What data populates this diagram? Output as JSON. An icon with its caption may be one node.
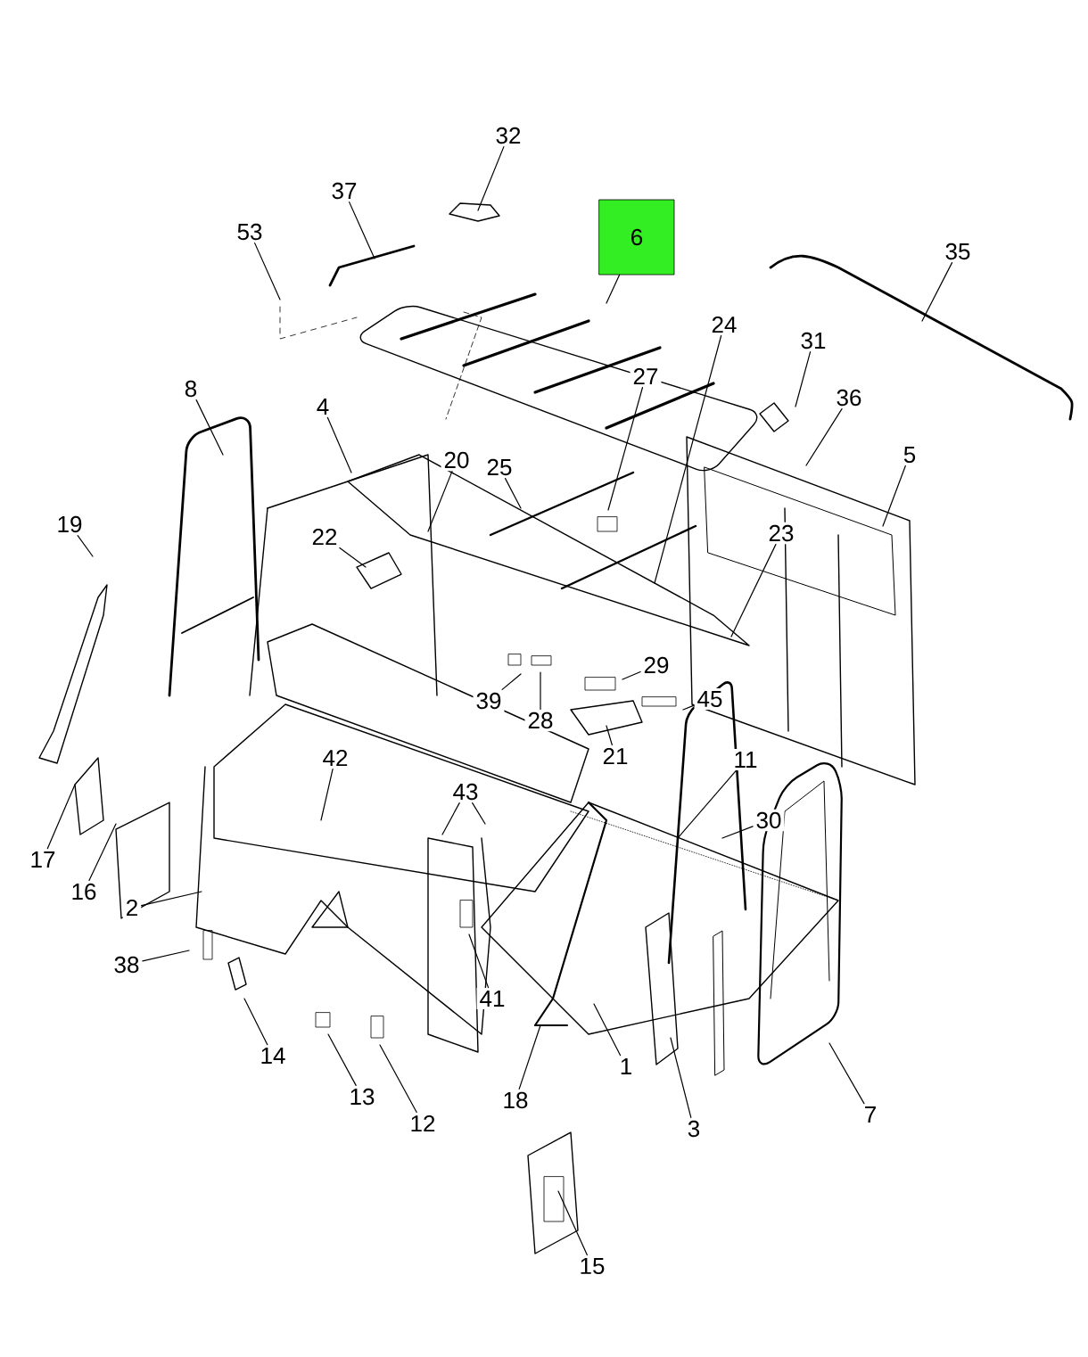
{
  "diagram": {
    "nodes": [
      {
        "text": [
          "32"
        ]
      },
      {
        "text": [
          "37"
        ]
      },
      {
        "text": [
          "53"
        ]
      },
      {
        "text": [
          "6"
        ]
      },
      {
        "text": [
          "35"
        ]
      },
      {
        "text": [
          "24"
        ]
      },
      {
        "text": [
          "31"
        ]
      },
      {
        "text": [
          "27"
        ]
      },
      {
        "text": [
          "36"
        ]
      },
      {
        "text": [
          "8"
        ]
      },
      {
        "text": [
          "4"
        ]
      },
      {
        "text": [
          "20"
        ]
      },
      {
        "text": [
          "25"
        ]
      },
      {
        "text": [
          "5"
        ]
      },
      {
        "text": [
          "19"
        ]
      },
      {
        "text": [
          "22"
        ]
      },
      {
        "text": [
          "23"
        ]
      },
      {
        "text": [
          "29"
        ]
      },
      {
        "text": [
          "39"
        ]
      },
      {
        "text": [
          "28"
        ]
      },
      {
        "text": [
          "45"
        ]
      },
      {
        "text": [
          "21"
        ]
      },
      {
        "text": [
          "11"
        ]
      },
      {
        "text": [
          "42"
        ]
      },
      {
        "text": [
          "43"
        ]
      },
      {
        "text": [
          "30"
        ]
      },
      {
        "text": [
          "2"
        ]
      },
      {
        "text": [
          "17"
        ]
      },
      {
        "text": [
          "16"
        ]
      },
      {
        "text": [
          "38"
        ]
      },
      {
        "text": [
          "14"
        ]
      },
      {
        "text": [
          "41"
        ]
      },
      {
        "text": [
          "13"
        ]
      },
      {
        "text": [
          "12"
        ]
      },
      {
        "text": [
          "18"
        ]
      },
      {
        "text": [
          "1"
        ]
      },
      {
        "text": [
          "3"
        ]
      },
      {
        "text": [
          "7"
        ]
      },
      {
        "text": [
          "15"
        ]
      }
    ],
    "edges": [
      {
        "from": 0,
        "to": null,
        "arrow": "none"
      },
      {
        "from": 1,
        "to": null,
        "arrow": "none"
      },
      {
        "from": 2,
        "to": null,
        "arrow": "none"
      },
      {
        "from": 3,
        "to": null,
        "arrow": "none"
      },
      {
        "from": 4,
        "to": null,
        "arrow": "none"
      },
      {
        "from": 5,
        "to": null,
        "arrow": "none"
      },
      {
        "from": 6,
        "to": null,
        "arrow": "none"
      },
      {
        "from": 7,
        "to": null,
        "arrow": "none"
      },
      {
        "from": 8,
        "to": null,
        "arrow": "none"
      },
      {
        "from": 9,
        "to": null,
        "arrow": "none"
      },
      {
        "from": 10,
        "to": null,
        "arrow": "none"
      },
      {
        "from": 11,
        "to": null,
        "arrow": "none"
      },
      {
        "from": 12,
        "to": null,
        "arrow": "none"
      },
      {
        "from": 13,
        "to": null,
        "arrow": "none"
      },
      {
        "from": 14,
        "to": null,
        "arrow": "none"
      },
      {
        "from": 15,
        "to": null,
        "arrow": "none"
      },
      {
        "from": 16,
        "to": null,
        "arrow": "none"
      },
      {
        "from": 17,
        "to": null,
        "arrow": "none"
      },
      {
        "from": 18,
        "to": null,
        "arrow": "none"
      },
      {
        "from": 19,
        "to": null,
        "arrow": "none"
      },
      {
        "from": 20,
        "to": null,
        "arrow": "none"
      },
      {
        "from": 21,
        "to": null,
        "arrow": "none"
      },
      {
        "from": 22,
        "to": null,
        "arrow": "none"
      },
      {
        "from": 23,
        "to": null,
        "arrow": "none"
      },
      {
        "from": 24,
        "to": null,
        "arrow": "none"
      },
      {
        "from": 24,
        "to": null,
        "arrow": "none"
      },
      {
        "from": 25,
        "to": null,
        "arrow": "none"
      },
      {
        "from": 26,
        "to": null,
        "arrow": "none"
      },
      {
        "from": 27,
        "to": null,
        "arrow": "none"
      },
      {
        "from": 28,
        "to": null,
        "arrow": "none"
      },
      {
        "from": 29,
        "to": null,
        "arrow": "none"
      },
      {
        "from": 30,
        "to": null,
        "arrow": "none"
      },
      {
        "from": 31,
        "to": null,
        "arrow": "none"
      },
      {
        "from": 32,
        "to": null,
        "arrow": "none"
      },
      {
        "from": 33,
        "to": null,
        "arrow": "none"
      },
      {
        "from": 34,
        "to": null,
        "arrow": "none"
      },
      {
        "from": 35,
        "to": null,
        "arrow": "none"
      },
      {
        "from": 36,
        "to": null,
        "arrow": "none"
      },
      {
        "from": 37,
        "to": null,
        "arrow": "none"
      },
      {
        "from": 38,
        "to": null,
        "arrow": "none"
      }
    ]
  }
}
